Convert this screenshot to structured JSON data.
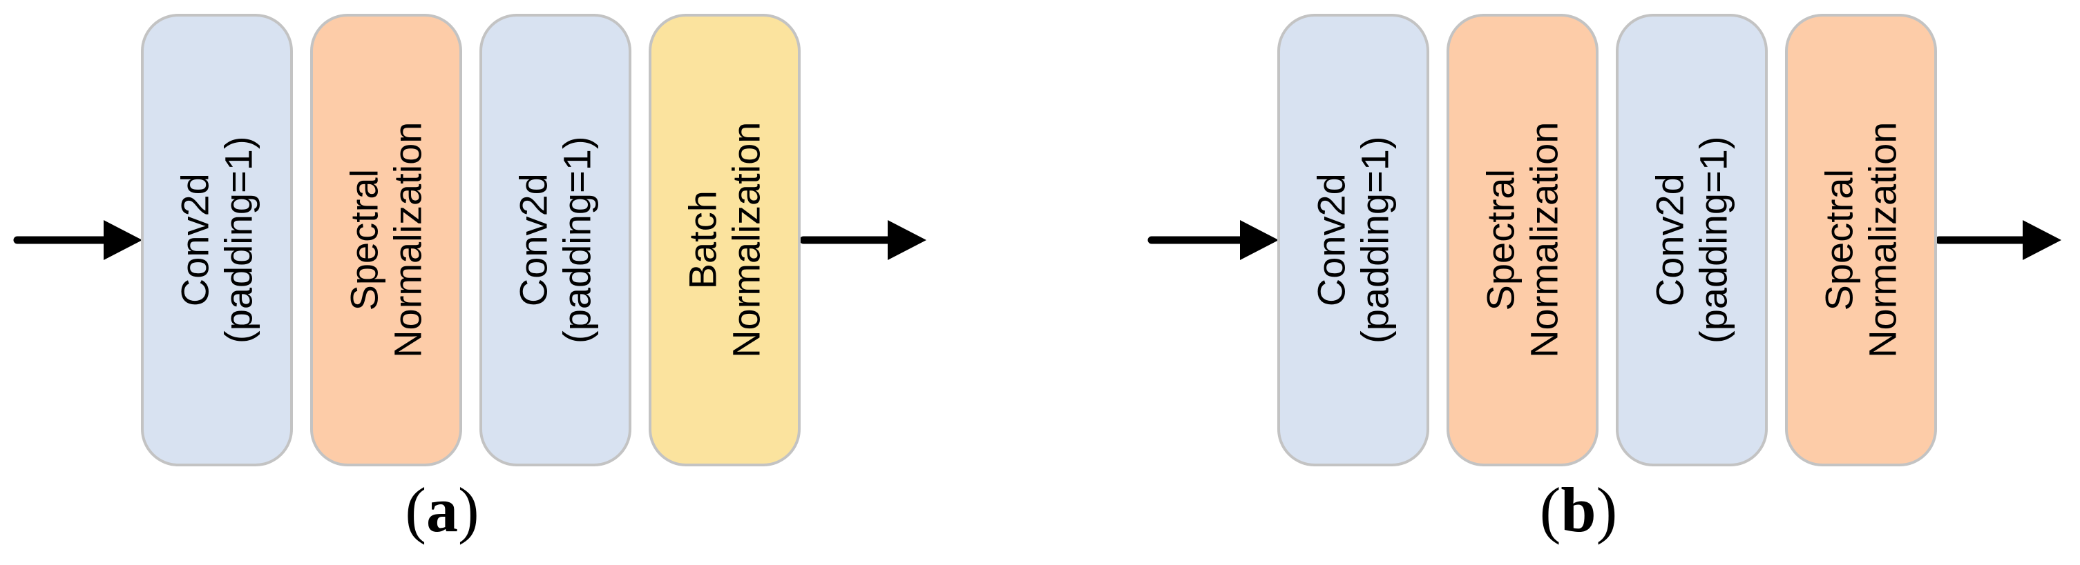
{
  "figure": {
    "colors": {
      "conv_fill": "#D8E2F1",
      "spectral_fill": "#FDCCA8",
      "batch_fill": "#FBE39E",
      "block_border": "#C3C3C3",
      "arrow": "#000000",
      "text": "#000000",
      "background": "#FFFFFF"
    },
    "diagrams": [
      {
        "caption_open": "(",
        "caption_letter": "a",
        "caption_close": ")",
        "blocks": [
          {
            "name": "conv2d-1",
            "type": "conv",
            "label": "Conv2d\n(padding=1)"
          },
          {
            "name": "spectral-normalization",
            "type": "spectral",
            "label": "Spectral\nNormalization"
          },
          {
            "name": "conv2d-2",
            "type": "conv",
            "label": "Conv2d\n(padding=1)"
          },
          {
            "name": "batch-normalization",
            "type": "batch",
            "label": "Batch\nNormalization"
          }
        ]
      },
      {
        "caption_open": "(",
        "caption_letter": "b",
        "caption_close": ")",
        "blocks": [
          {
            "name": "conv2d-1",
            "type": "conv",
            "label": "Conv2d\n(padding=1)"
          },
          {
            "name": "spectral-normalization-1",
            "type": "spectral",
            "label": "Spectral\nNormalization"
          },
          {
            "name": "conv2d-2",
            "type": "conv",
            "label": "Conv2d\n(padding=1)"
          },
          {
            "name": "spectral-normalization-2",
            "type": "spectral",
            "label": "Spectral\nNormalization"
          }
        ]
      }
    ]
  }
}
